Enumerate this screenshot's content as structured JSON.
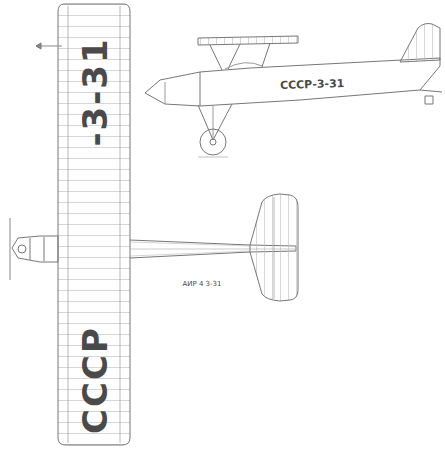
{
  "diagram": {
    "labels": [
      "-3-31",
      "СССР",
      "СССР-3-31",
      "АИР 4 3-31"
    ]
  }
}
